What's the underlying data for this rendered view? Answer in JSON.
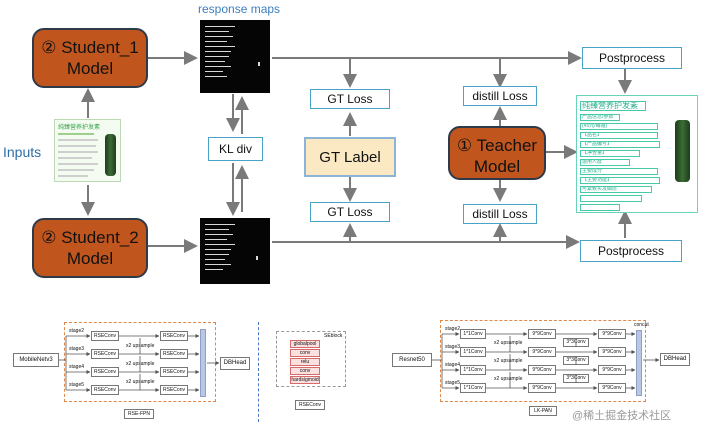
{
  "title_response_maps": "response maps",
  "inputs_label": "Inputs",
  "student1": {
    "line1": "② Student_1",
    "line2": "Model"
  },
  "student2": {
    "line1": "② Student_2",
    "line2": "Model"
  },
  "teacher": {
    "line1": "① Teacher",
    "line2": "Model"
  },
  "kl_div": "KL div",
  "gt_label": "GT Label",
  "gt_loss_top": "GT Loss",
  "gt_loss_bottom": "GT Loss",
  "distill_loss_top": "distill Loss",
  "distill_loss_bottom": "distill Loss",
  "postprocess_top": "Postprocess",
  "postprocess_bottom": "Postprocess",
  "product": {
    "title": "纯臻营养护发素"
  },
  "pp_rows": [
    "纯臻营养护发素",
    "产品信息/参数",
    "(45元/每瓶)",
    "【品名】",
    "【产品编号】",
    "【净含量】",
    "适用人群",
    "主要成分",
    "【主要功能】",
    "可紧致头发磷层"
  ],
  "rse_fpn": {
    "backbone": "MobileNetv3",
    "stages": [
      "stage2",
      "stage3",
      "stage4",
      "stage5"
    ],
    "conv": "RSEConv",
    "upsample": "x2 upsample",
    "head": "DBHead",
    "caption": "RSE-FPN"
  },
  "rseconv_block": {
    "title": "SEblock",
    "ops": [
      "globalpool",
      "conv",
      "relu",
      "conv",
      "hardsigmoid"
    ],
    "caption": "RSEConv"
  },
  "lk_pan": {
    "backbone": "Resnet50",
    "stages": [
      "stage2",
      "stage3",
      "stage4",
      "stage5"
    ],
    "conv1": "1*1Conv",
    "conv9": "9*9Conv",
    "conv3": "3*3Conv",
    "upsample": "x2 upsample",
    "concat": "concat",
    "head": "DBHead",
    "caption": "LK-PAN"
  },
  "watermark": "@稀土掘金技术社区"
}
